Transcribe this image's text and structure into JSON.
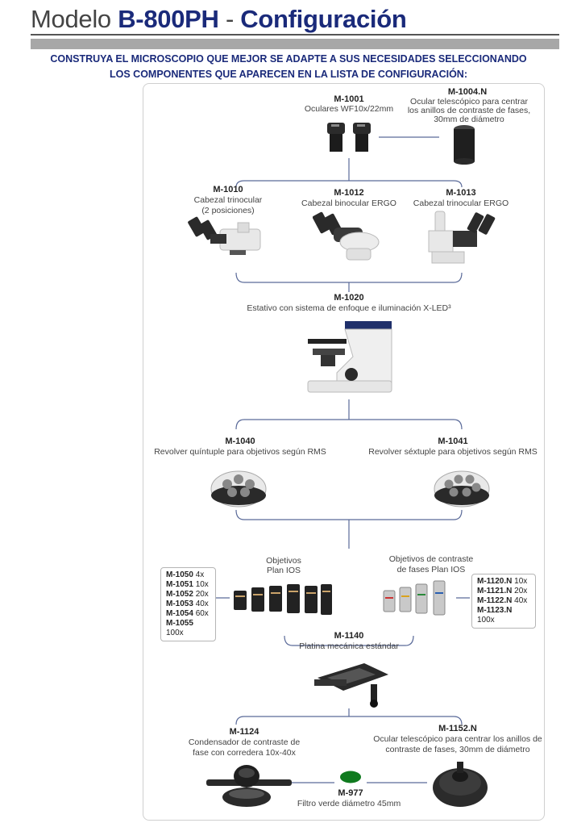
{
  "header": {
    "model_prefix": "Modelo",
    "model_name": "B-800PH",
    "separator": "-",
    "section": "Configuración"
  },
  "intro": {
    "line1": "CONSTRUYA EL MICROSCOPIO QUE MEJOR SE ADAPTE A SUS NECESIDADES SELECCIONANDO",
    "line2": "LOS COMPONENTES QUE APARECEN EN LA LISTA DE CONFIGURACIÓN:"
  },
  "components": {
    "m1001": {
      "code": "M-1001",
      "desc": "Oculares WF10x/22mm"
    },
    "m1004n": {
      "code": "M-1004.N",
      "desc1": "Ocular telescópico para centrar",
      "desc2": "los anillos de contraste de fases,",
      "desc3": "30mm de diámetro"
    },
    "m1010": {
      "code": "M-1010",
      "desc1": "Cabezal trinocular",
      "desc2": "(2 posiciones)"
    },
    "m1012": {
      "code": "M-1012",
      "desc": "Cabezal binocular ERGO"
    },
    "m1013": {
      "code": "M-1013",
      "desc": "Cabezal trinocular ERGO"
    },
    "m1020": {
      "code": "M-1020",
      "desc": "Estativo con sistema de enfoque e iluminación X-LED³"
    },
    "m1040": {
      "code": "M-1040",
      "desc": "Revolver quíntuple para objetivos según RMS"
    },
    "m1041": {
      "code": "M-1041",
      "desc": "Revolver séxtuple para objetivos según RMS"
    },
    "objetivos": {
      "line1": "Objetivos",
      "line2": "Plan IOS"
    },
    "objetivos_fases": {
      "line1": "Objetivos de contraste",
      "line2": "de fases Plan IOS"
    },
    "m1140": {
      "code": "M-1140",
      "desc": "Platina mecánica estándar"
    },
    "m1124": {
      "code": "M-1124",
      "desc1": "Condensador de contraste de",
      "desc2": "fase con corredera 10x-40x"
    },
    "m1152n": {
      "code": "M-1152.N",
      "desc1": "Ocular telescópico para centrar los anillos de",
      "desc2": "contraste de fases, 30mm de diámetro"
    },
    "m977": {
      "code": "M-977",
      "desc": "Filtro verde diámetro 45mm"
    }
  },
  "objectives_left": [
    {
      "code": "M-1050",
      "mag": "4x"
    },
    {
      "code": "M-1051",
      "mag": "10x"
    },
    {
      "code": "M-1052",
      "mag": "20x"
    },
    {
      "code": "M-1053",
      "mag": "40x"
    },
    {
      "code": "M-1054",
      "mag": "60x"
    },
    {
      "code": "M-1055",
      "mag": "100x"
    }
  ],
  "objectives_right": [
    {
      "code": "M-1120.N",
      "mag": "10x"
    },
    {
      "code": "M-1121.N",
      "mag": "20x"
    },
    {
      "code": "M-1122.N",
      "mag": "40x"
    },
    {
      "code": "M-1123.N",
      "mag": "100x"
    }
  ],
  "colors": {
    "brand": "#1a2a7a",
    "connector": "#5a6a99",
    "filter": "#0f7a1e"
  }
}
